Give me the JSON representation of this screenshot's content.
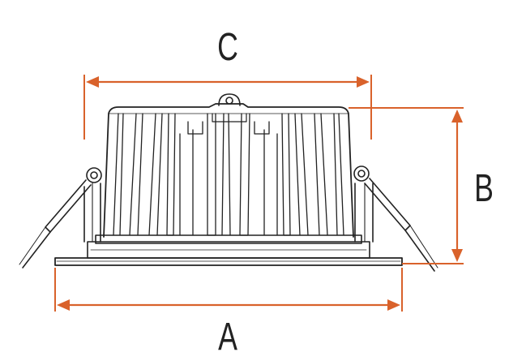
{
  "colors": {
    "dimension": "#d9622b",
    "outline": "#222222",
    "background": "#ffffff"
  },
  "labels": {
    "width_top": "C",
    "height": "B",
    "width_bottom": "A"
  }
}
